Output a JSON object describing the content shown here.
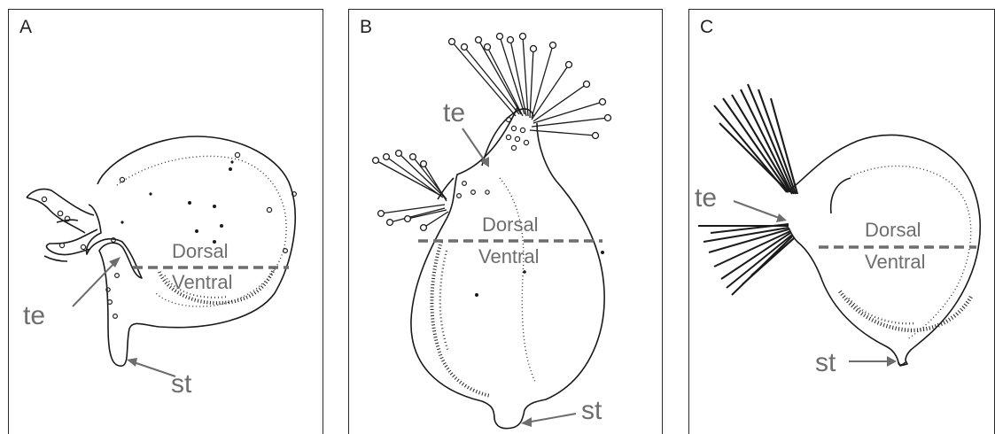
{
  "panels": [
    {
      "letter": "A",
      "dorsal": "Dorsal",
      "ventral": "Ventral",
      "te": "te",
      "st": "st"
    },
    {
      "letter": "B",
      "dorsal": "Dorsal",
      "ventral": "Ventral",
      "te": "te",
      "st": "st"
    },
    {
      "letter": "C",
      "dorsal": "Dorsal",
      "ventral": "Ventral",
      "te": "te",
      "st": "st"
    }
  ],
  "colors": {
    "outline": "#1a1a1a",
    "label": "#6d6d6d",
    "divider": "#6d6d6d"
  }
}
